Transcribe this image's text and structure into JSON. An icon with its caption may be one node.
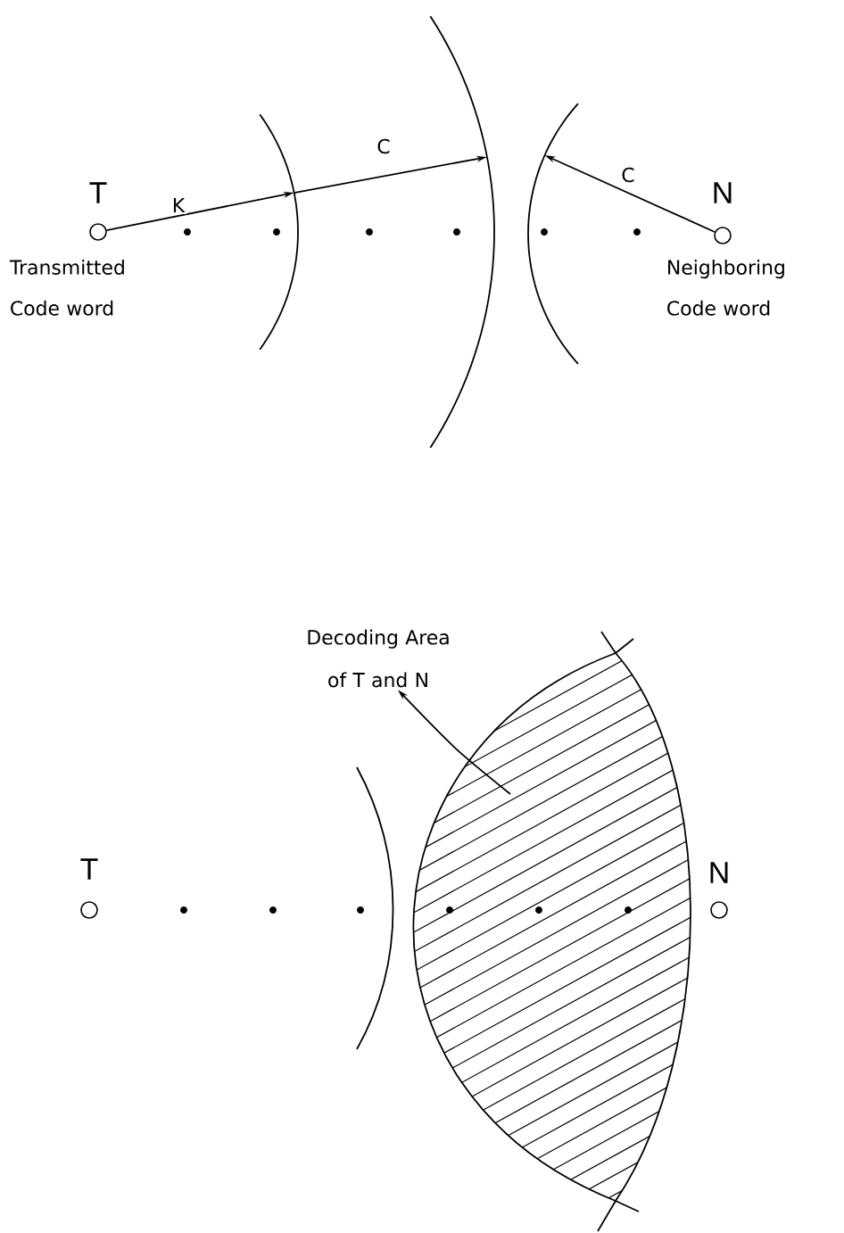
{
  "diagram": {
    "nodes": [
      {
        "text": [
          "T"
        ],
        "beside": [
          "Transmitted Code word"
        ]
      },
      {
        "text": [
          "N"
        ],
        "beside": [
          "Neighboring Code word"
        ]
      },
      {
        "text": [],
        "shape": "arc"
      },
      {
        "text": [],
        "shape": "arc"
      },
      {
        "text": [],
        "shape": "arc"
      },
      {
        "text": [
          "Decoding Area of T and N"
        ]
      },
      {
        "text": [
          "T"
        ]
      },
      {
        "text": [
          "N"
        ]
      },
      {
        "text": [],
        "shape": "lens"
      }
    ],
    "edges": [
      {
        "from": 0,
        "to": 2,
        "arrow": "to",
        "label": "K"
      },
      {
        "from": 2,
        "to": 3,
        "arrow": "to",
        "label": "C"
      },
      {
        "from": 1,
        "to": 4,
        "arrow": "to",
        "label": "C"
      },
      {
        "from": 8,
        "to": 5,
        "arrow": "to"
      }
    ]
  }
}
